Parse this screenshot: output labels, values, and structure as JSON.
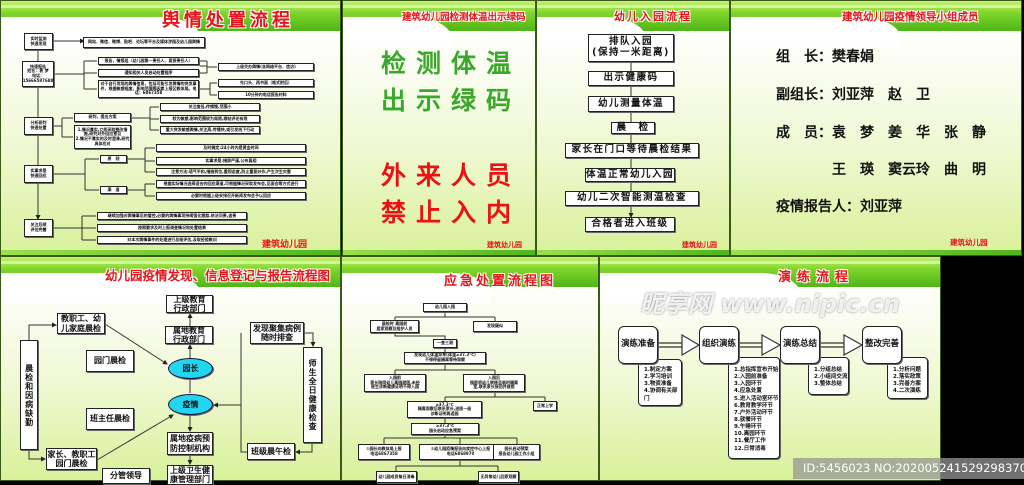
{
  "panels": {
    "public_opinion": {
      "title": "舆情处置流程",
      "footer": "建筑幼儿园",
      "boxes": [
        "实时监测\n快速发现",
        "网站、微信、微博、贴吧、论坛等平台及媒体涉园及幼儿园舆情",
        "快速报告\n姓名：袁 梦\n电话：\n15666587688",
        "报告，情报组（幼儿园第一责任人、直接责任人）",
        "通知相关人员启动处置程序",
        "对于自行发现的舆情信息，包括可能引发舆情的突发事件，根据敏感程度，影响范围等因素上报区教体局。电话：6867358",
        "上级交办舆情(含网络平台、信访)",
        "先口头、再书面（格式附后）",
        "10分钟内电话报告材料",
        "分析研判\n快速处置",
        "研判，提出方案",
        "1.情况属实,立即采取整改措施,研究对外回应意见\n2.情况不属实的及时澄清,研究具体应对",
        "关注度低,传播慢,范围小",
        "较为敏感,影响范围较为局限,跟帖评论有限",
        "重大突发敏感舆情,关注高,传播快,或引发线下行动",
        "实事求是\n快速回应",
        "原　则",
        "渠　道",
        "及时确定:24小时内是黄金时间",
        "实事求是:措辞严谨,公布真相",
        "注意方法:语气平和,措施到位,重视态度,防止重复炒作,产生次生灾害",
        "根据实际情况选择适合的回应渠道,可根据情况采取发布会,见面会等方式进行",
        "必要时根据上级安排召开新闻发布会予以回应",
        "关注后续\n评估完善",
        "继续加强对舆情事后的管控,必要的舆情事项持续强化跟踪,依法问责,追责",
        "按照要求及时上报调查情况和处置结果",
        "对本次舆情事件的处理进行总结评估,汲取经验教训"
      ]
    },
    "temperature": {
      "title": "建筑幼儿园检测体温出示绿码",
      "lines": [
        "检测体温",
        "出示绿码",
        "外来人员",
        "禁止入内"
      ],
      "colors": {
        "green": "#3aa82a",
        "red": "#ee1111"
      },
      "footer": "建筑幼儿园"
    },
    "entry_flow": {
      "title": "幼儿入园流程",
      "steps": [
        "排队入园\n(保持一米距离)",
        "出示健康码",
        "幼儿测量体温",
        "晨　检",
        "家长在门口等待晨检结果",
        "体温正常幼儿入园",
        "幼儿二次智能测温检查",
        "合格者进入班级"
      ],
      "footer": "建筑幼儿园"
    },
    "leaders": {
      "title": "建筑幼儿园疫情领导小组成员",
      "rows": [
        "组　长：樊春娟",
        "副组长：刘亚萍　赵　卫",
        "成　员：袁　梦　姜　华　张　静",
        "　　　　王　瑛　窦云玲　曲　明",
        "疫情报告人：刘亚萍"
      ],
      "footer": "建筑幼儿园"
    },
    "epidemic_report": {
      "title": "幼儿园疫情发现、信息登记与报告流程图",
      "boxes": [
        "上级教育\n行政部门",
        "教职工、幼\n儿家庭晨检",
        "属地教育\n行政部门",
        "发现聚集病例\n随时排查",
        "园门晨检",
        "园长",
        "晨检和因病缺勤",
        "师生全日健康检查",
        "疫情",
        "班主任晨检",
        "属地疫病预\n防控制机构",
        "班级晨午检",
        "家长、教职工\n园门晨检",
        "上级卫生健\n康管理部门",
        "分管领导"
      ]
    },
    "emergency": {
      "title": "应急处置流程图",
      "boxes": [
        "幼儿园入园",
        "晨检时 离园前\n居家观察及陪护人员",
        "发现疑似",
        "一查三测",
        "发现幼儿体温异常(体温≥37.3℃)\n不得停留隔离等待观察",
        "入园前\n家长陪同幼儿离园就医,未经\n医生诊断健康证明不得入园",
        "入园后\n园医将幼儿转移至临时隔离\n室,联系家长接回并就医",
        "≥37.3℃\n隔离观察后联系家长,送医一级\n诊断证明再返园",
        "正常上学",
        "≥37.3℃\n园长启动应急预案",
        "①园长向教体局上报\n电话6867358",
        "②幼儿园疫情报告向疾控中心上报\n电话6868970",
        "园长启动预案\n报告幼儿园工作小组",
        "幼儿园成员每日消毒",
        "无异常幼儿回家观察"
      ]
    },
    "drill": {
      "title": "演练流程",
      "stages": [
        {
          "label": "演练准备",
          "items": "1.制定方案\n2.学习培训\n3.物资准备\n4.协调有关部门"
        },
        {
          "label": "组织演练",
          "items": "1.总指挥宣布开始\n2.入园前准备\n3.入园环节\n4.应急处置\n5.进入活动室环节\n6.教育教学环节\n7.户外活动环节\n8.就餐环节\n9.午睡环节\n10.离园环节\n11.餐厅工作\n12.日常消毒"
        },
        {
          "label": "演练总结",
          "items": "1.分组总结\n2.小组间交流\n3.整体总结"
        },
        {
          "label": "整改完善",
          "items": "1.分析问题\n2.落实政策\n3.完善方案\n4.二次演练"
        }
      ]
    }
  },
  "watermark": {
    "site": "昵享网 www.nipic.cn",
    "id": "ID:5456023 NO:20200524152929837000"
  }
}
